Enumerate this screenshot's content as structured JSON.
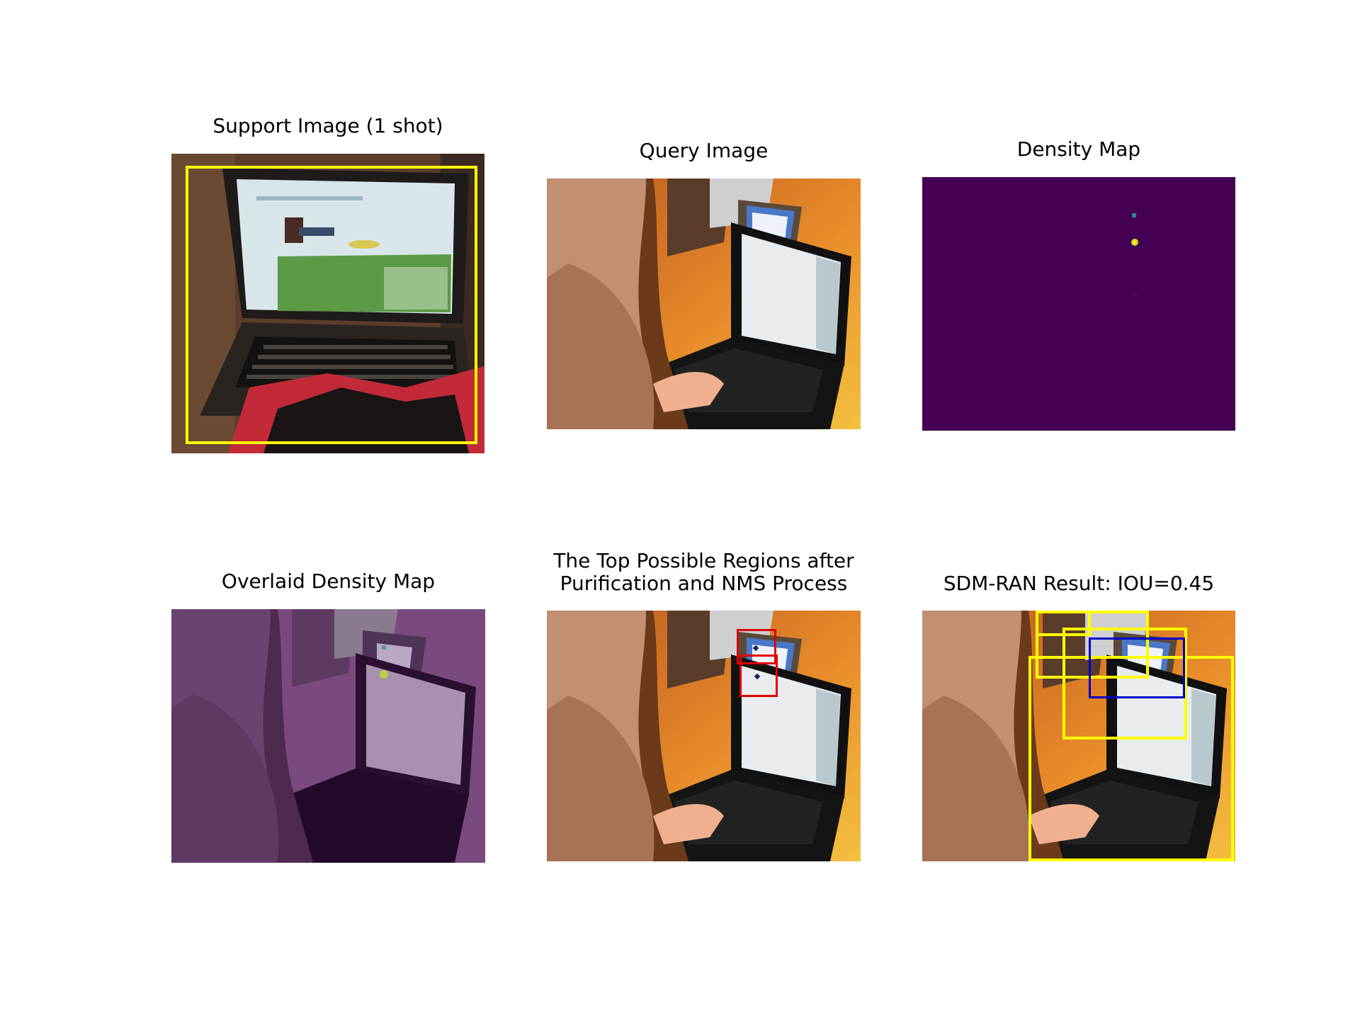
{
  "figure": {
    "panels": [
      {
        "title": "Support Image (1 shot)",
        "scene": "support-laptop",
        "box_color": "#ffff00"
      },
      {
        "title": "Query Image",
        "scene": "query-photo"
      },
      {
        "title": "Density Map",
        "scene": "density-map",
        "background_color": "#440154"
      },
      {
        "title": "Overlaid Density Map",
        "scene": "query-photo-purple-overlay"
      },
      {
        "title_line1": "The Top Possible Regions after",
        "title_line2": "Purification and NMS Process",
        "scene": "query-photo",
        "box_color": "#e00000"
      },
      {
        "title": "SDM-RAN Result: IOU=0.45",
        "scene": "query-photo",
        "box_colors": [
          "#ffff00",
          "#0000cc"
        ]
      }
    ]
  },
  "colors": {
    "yellow": "#ffff00",
    "red": "#e00000",
    "blue": "#0000cc",
    "viridis_dark": "#440154"
  }
}
